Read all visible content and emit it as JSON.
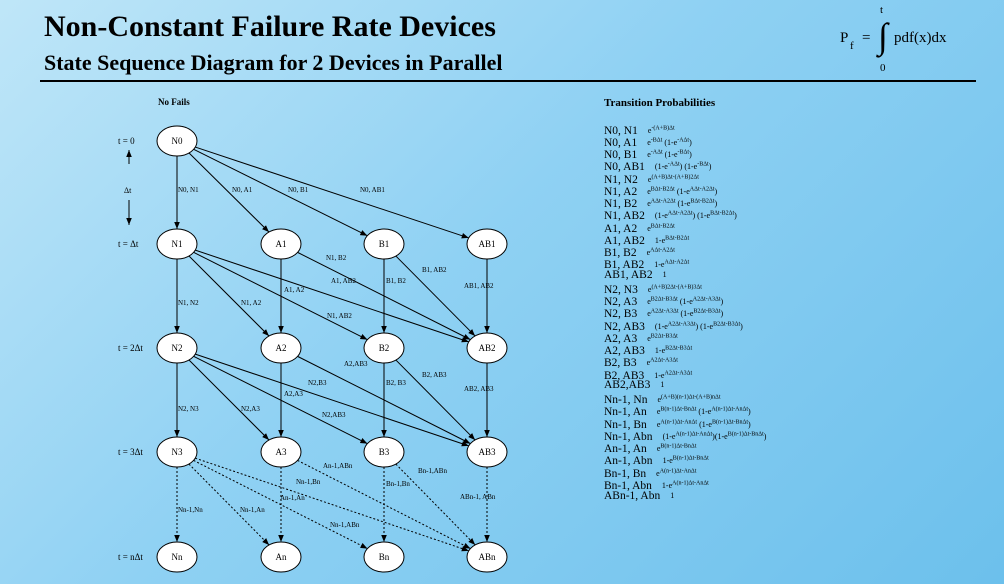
{
  "header": {
    "title": "Non-Constant Failure Rate Devices",
    "subtitle": "State Sequence Diagram for 2 Devices in Parallel"
  },
  "formula": {
    "lhs": "P",
    "lhs_sub": "f",
    "equals": "=",
    "upper": "t",
    "lower": "0",
    "integral": "∫",
    "integrand": "pdf(x)dx"
  },
  "diagram": {
    "heading": "No Fails",
    "time_labels": [
      "t = 0",
      "t = Δt",
      "t = 2Δt",
      "t = 3Δt",
      "t = nΔt"
    ],
    "delta_label": "Δt",
    "nodes": [
      [
        "N0"
      ],
      [
        "N1",
        "A1",
        "B1",
        "AB1"
      ],
      [
        "N2",
        "A2",
        "B2",
        "AB2"
      ],
      [
        "N3",
        "A3",
        "B3",
        "AB3"
      ],
      [
        "Nn",
        "An",
        "Bn",
        "ABn"
      ]
    ],
    "edge_labels": [
      "N0, N1",
      "N0, A1",
      "N0, B1",
      "N0, AB1",
      "N1, N2",
      "N1, A2",
      "N1, B2",
      "N1, AB2",
      "A1, A2",
      "A1, AB2",
      "B1, B2",
      "B1, AB2",
      "AB1, AB2",
      "N2, N3",
      "N2,A3",
      "N2,B3",
      "N2,AB3",
      "A2,A3",
      "A2,AB3",
      "B2, B3",
      "B2, AB3",
      "AB2, AB3",
      "Nn-1,Nn",
      "Nn-1,An",
      "Nn-1,Bn",
      "Nn-1,ABn",
      "An-1,An",
      "An-1,ABn",
      "Bn-1,Bn",
      "Bn-1,ABn",
      "ABn-1, ABn"
    ]
  },
  "transitions": {
    "heading": "Transition Probabilities",
    "rows": [
      {
        "name": "N0, N1",
        "expr": "e^-(A+B)Δt"
      },
      {
        "name": "N0, A1",
        "expr": "e^-BΔt (1-e^-AΔt)"
      },
      {
        "name": "N0, B1",
        "expr": "e^-AΔt (1-e^-BΔt)"
      },
      {
        "name": "N0, AB1",
        "expr": "(1-e^-AΔt) (1-e^-BΔt)"
      },
      {
        "name": "N1, N2",
        "expr": "e^(A+B)Δt-(A+B)2Δt"
      },
      {
        "name": "N1, A2",
        "expr": "e^BΔt-B2Δt (1-e^AΔt-A2Δt)"
      },
      {
        "name": "N1, B2",
        "expr": "e^AΔt-A2Δt (1-e^BΔt-B2Δt)"
      },
      {
        "name": "N1, AB2",
        "expr": "(1-e^AΔt-A2Δt) (1-e^BΔt-B2Δt)"
      },
      {
        "name": "A1, A2",
        "expr": "e^BΔt-B2Δt"
      },
      {
        "name": "A1, AB2",
        "expr": "1-e^BΔt-B2Δt"
      },
      {
        "name": "B1, B2",
        "expr": "e^AΔt-A2Δt"
      },
      {
        "name": "B1, AB2",
        "expr": "1-e^AΔt-A2Δt"
      },
      {
        "name": "AB1, AB2",
        "expr": "1"
      },
      {
        "name": "N2, N3",
        "expr": "e^(A+B)2Δt-(A+B)3Δt"
      },
      {
        "name": "N2, A3",
        "expr": "e^B2Δt-B3Δt (1-e^A2Δt-A3Δt)"
      },
      {
        "name": "N2, B3",
        "expr": "e^A2Δt-A3Δt (1-e^B2Δt-B3Δt)"
      },
      {
        "name": "N2, AB3",
        "expr": "(1-e^A2Δt-A3Δt) (1-e^B2Δt-B3Δt)"
      },
      {
        "name": "A2, A3",
        "expr": "e^B2Δt-B3Δt"
      },
      {
        "name": "A2, AB3",
        "expr": "1-e^B2Δt-B3Δt"
      },
      {
        "name": "B2, B3",
        "expr": "e^A2Δt-A3Δt"
      },
      {
        "name": "B2, AB3",
        "expr": "1-e^A2Δt-A3Δt"
      },
      {
        "name": "AB2,AB3",
        "expr": "1"
      },
      {
        "name": "Nn-1, Nn",
        "expr": "e^(A+B)(n-1)Δt-(A+B)nΔt"
      },
      {
        "name": "Nn-1, An",
        "expr": "e^B(n-1)Δt-BnΔt (1-e^A(n-1)Δt-AnΔt)"
      },
      {
        "name": "Nn-1, Bn",
        "expr": "e^A(n-1)Δt-AnΔt (1-e^B(n-1)Δt-BnΔt)"
      },
      {
        "name": "Nn-1, Abn",
        "expr": "(1-e^A(n-1)Δt-AnΔt)(1-e^B(n-1)Δt-BnΔt)"
      },
      {
        "name": "An-1, An",
        "expr": "e^B(n-1)Δt-BnΔt"
      },
      {
        "name": "An-1, Abn",
        "expr": "1-e^B(n-1)Δt-BnΔt"
      },
      {
        "name": "Bn-1, Bn",
        "expr": "e^A(n-1)Δt-AnΔt"
      },
      {
        "name": "Bn-1, Abn",
        "expr": "1-e^A(n-1)Δt-AnΔt"
      },
      {
        "name": "ABn-1, Abn",
        "expr": "1"
      }
    ]
  }
}
